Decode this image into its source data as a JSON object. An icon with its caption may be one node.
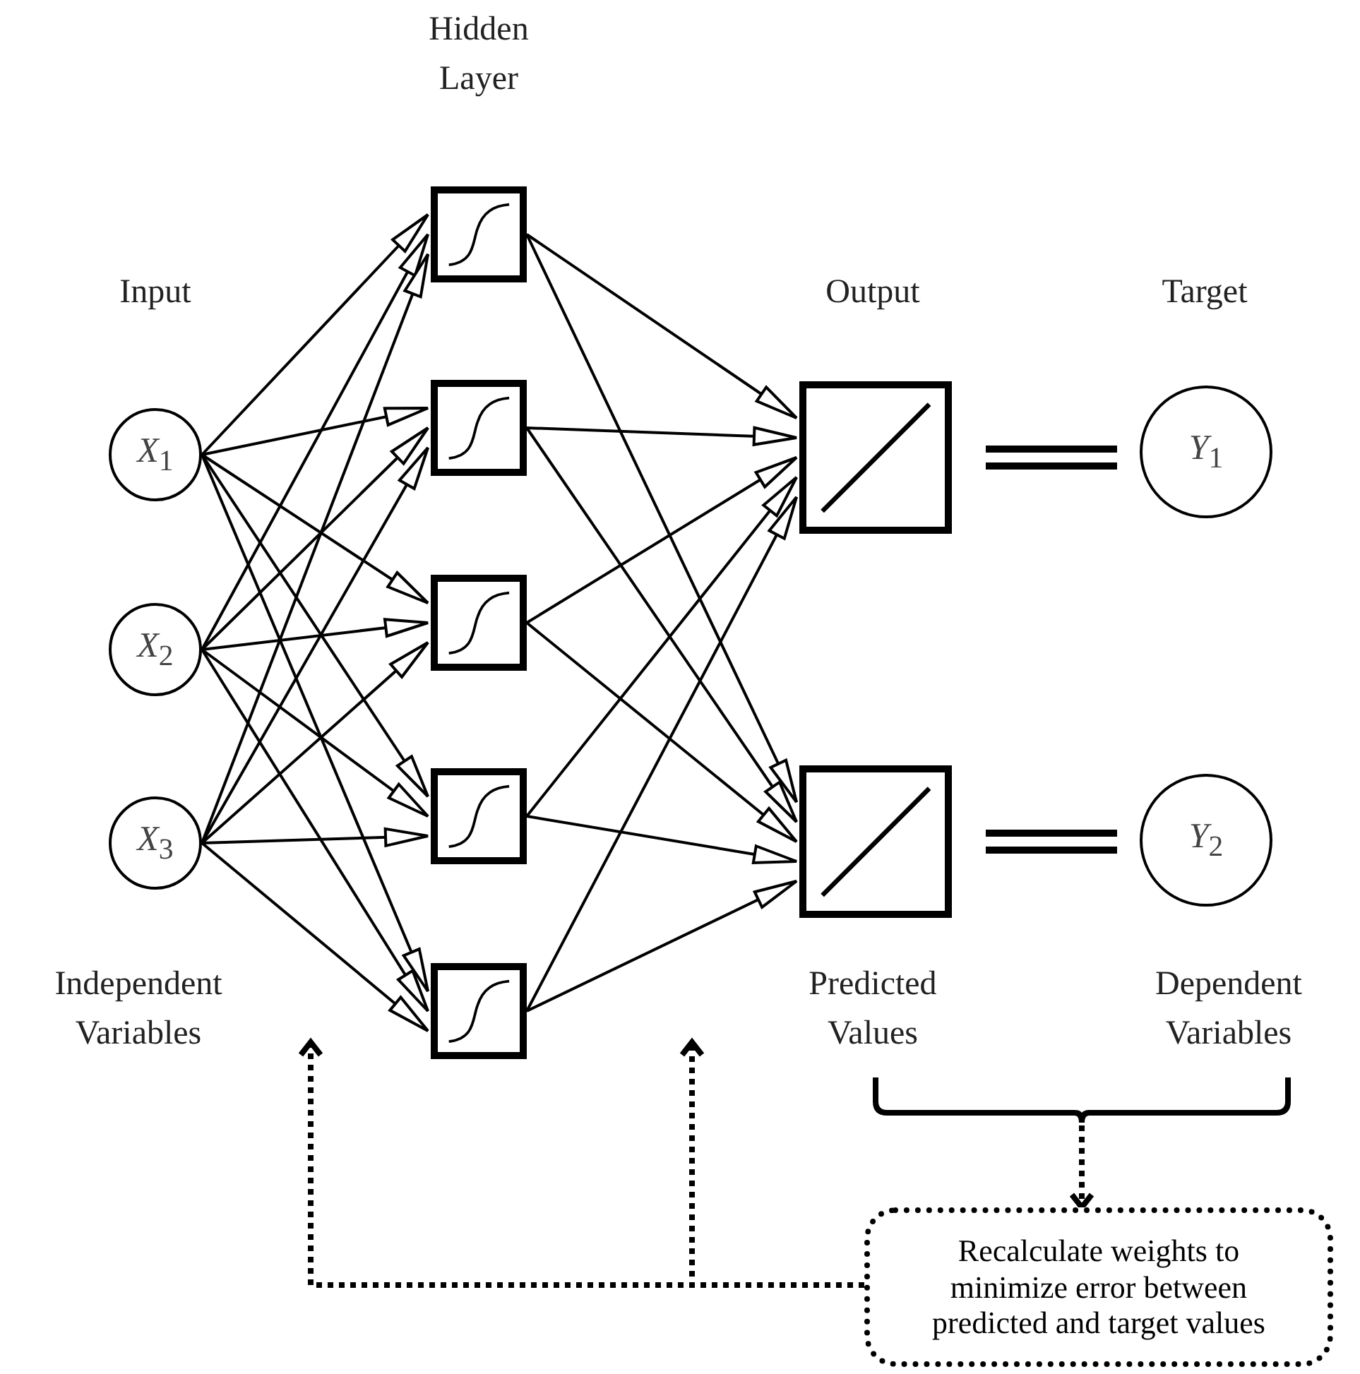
{
  "diagram": {
    "nodes": [
      {
        "text": [
          "*X*$_{1}$"
        ]
      },
      {
        "text": [
          "*X*$_{2}$"
        ]
      },
      {
        "text": [
          "*X*$_{3}$"
        ]
      },
      {
        "text": [],
        "shape": "box"
      },
      {
        "text": [],
        "shape": "box"
      },
      {
        "text": [],
        "shape": "box"
      },
      {
        "text": [],
        "shape": "box"
      },
      {
        "text": [],
        "shape": "box"
      },
      {
        "text": [],
        "shape": "box"
      },
      {
        "text": [],
        "shape": "box"
      },
      {
        "text": [
          "*Y*$_{1}$"
        ]
      },
      {
        "text": [
          "*Y*$_{2}$"
        ]
      },
      {
        "text": [
          "Recalculate weights to minimize error between predicted and target values"
        ]
      },
      {
        "text": [],
        "shape": "bracket"
      }
    ],
    "edges": [
      {
        "from": 0,
        "to": 3,
        "arrow": "to"
      },
      {
        "from": 0,
        "to": 4,
        "arrow": "to"
      },
      {
        "from": 0,
        "to": 5,
        "arrow": "to"
      },
      {
        "from": 0,
        "to": 6,
        "arrow": "to"
      },
      {
        "from": 0,
        "to": 7,
        "arrow": "to"
      },
      {
        "from": 1,
        "to": 3,
        "arrow": "to"
      },
      {
        "from": 1,
        "to": 4,
        "arrow": "to"
      },
      {
        "from": 1,
        "to": 5,
        "arrow": "to"
      },
      {
        "from": 1,
        "to": 6,
        "arrow": "to"
      },
      {
        "from": 1,
        "to": 7,
        "arrow": "to"
      },
      {
        "from": 2,
        "to": 3,
        "arrow": "to"
      },
      {
        "from": 2,
        "to": 4,
        "arrow": "to"
      },
      {
        "from": 2,
        "to": 5,
        "arrow": "to"
      },
      {
        "from": 2,
        "to": 6,
        "arrow": "to"
      },
      {
        "from": 2,
        "to": 7,
        "arrow": "to"
      },
      {
        "from": 3,
        "to": 8,
        "arrow": "to"
      },
      {
        "from": 3,
        "to": 9,
        "arrow": "to"
      },
      {
        "from": 4,
        "to": 8,
        "arrow": "to"
      },
      {
        "from": 4,
        "to": 9,
        "arrow": "to"
      },
      {
        "from": 5,
        "to": 8,
        "arrow": "to"
      },
      {
        "from": 5,
        "to": 9,
        "arrow": "to"
      },
      {
        "from": 6,
        "to": 8,
        "arrow": "to"
      },
      {
        "from": 6,
        "to": 9,
        "arrow": "to"
      },
      {
        "from": 7,
        "to": 8,
        "arrow": "to"
      },
      {
        "from": 7,
        "to": 9,
        "arrow": "to"
      },
      {
        "from": 8,
        "to": 10,
        "arrow": "none",
        "style": "thick"
      },
      {
        "from": 9,
        "to": 11,
        "arrow": "none",
        "style": "thick"
      },
      {
        "from": 12,
        "to": null,
        "arrow": "to",
        "style": "dashed"
      },
      {
        "from": 12,
        "to": null,
        "arrow": "to",
        "style": "dashed"
      },
      {
        "from": 13,
        "to": 12,
        "arrow": "to",
        "style": "dashed"
      }
    ],
    "labels": [
      "Hidden Layer",
      "Input",
      "Output",
      "Target",
      "Independent Variables",
      "Predicted Values",
      "Dependent Variables"
    ]
  }
}
